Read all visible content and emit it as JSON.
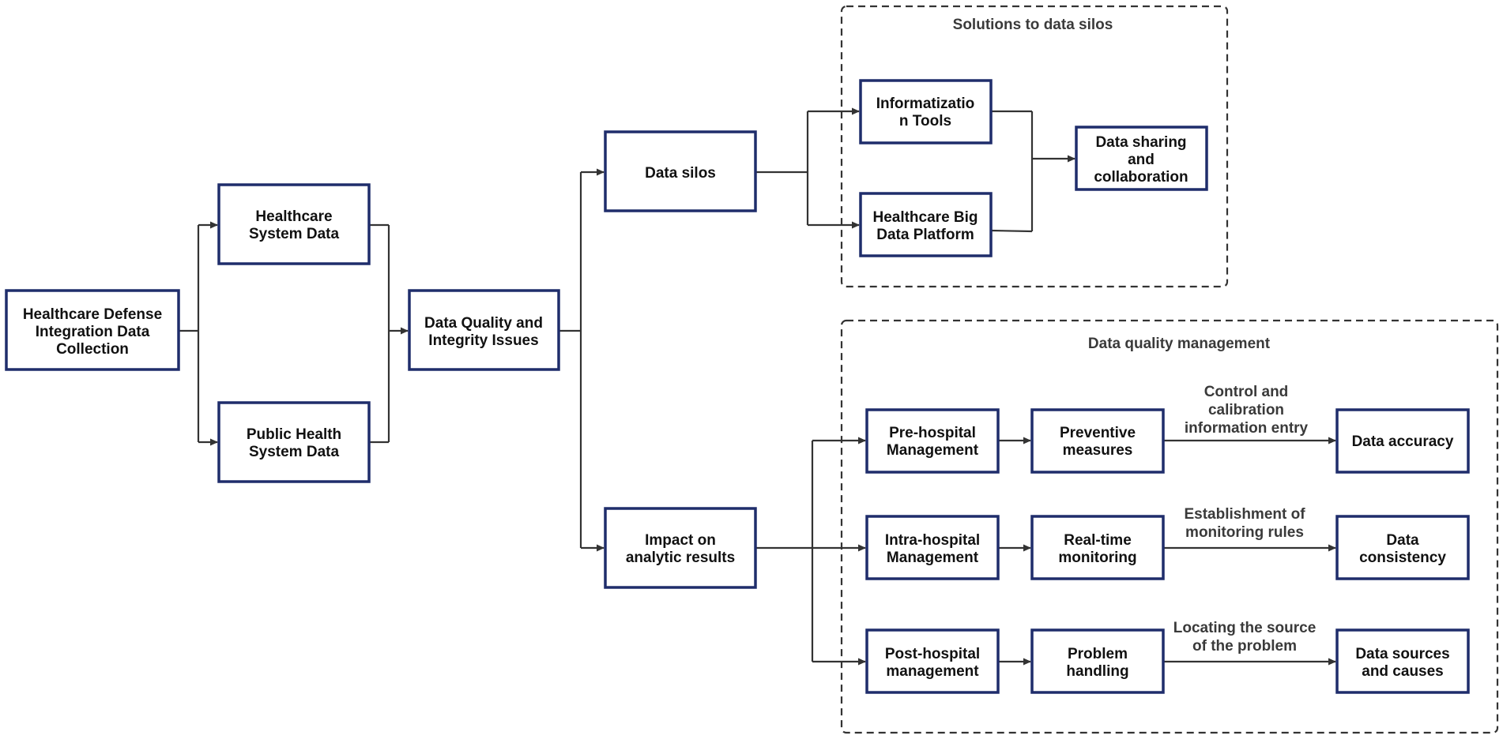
{
  "nodes": {
    "collection": [
      "Healthcare Defense",
      "Integration Data",
      "Collection"
    ],
    "healthcare_system_data": [
      "Healthcare",
      "System Data"
    ],
    "public_health_data": [
      "Public Health",
      "System Data"
    ],
    "quality_issues": [
      "Data Quality and",
      "Integrity Issues"
    ],
    "data_silos": [
      "Data silos"
    ],
    "impact": [
      "Impact on",
      "analytic results"
    ],
    "info_tools": [
      "Informatizatio",
      "n Tools"
    ],
    "big_data_platform": [
      "Healthcare Big",
      "Data Platform"
    ],
    "data_sharing": [
      "Data sharing",
      "and",
      "collaboration"
    ],
    "pre_hospital": [
      "Pre-hospital",
      "Management"
    ],
    "intra_hospital": [
      "Intra-hospital",
      "Management"
    ],
    "post_hospital": [
      "Post-hospital",
      "management"
    ],
    "preventive": [
      "Preventive",
      "measures"
    ],
    "realtime": [
      "Real-time",
      "monitoring"
    ],
    "problem_handling": [
      "Problem",
      "handling"
    ],
    "accuracy": [
      "Data accuracy"
    ],
    "consistency": [
      "Data",
      "consistency"
    ],
    "sources": [
      "Data sources",
      "and causes"
    ]
  },
  "groups": {
    "silos_solutions": "Solutions to data silos",
    "quality_management": "Data quality management"
  },
  "edge_labels": {
    "control": [
      "Control and",
      "calibration",
      "information entry"
    ],
    "monitoring_rules": [
      "Establishment of",
      "monitoring rules"
    ],
    "locating": [
      "Locating the source",
      "of the problem"
    ]
  },
  "colors": {
    "node_border": "#1f2d6b",
    "connector": "#333333",
    "text": "#111111"
  }
}
